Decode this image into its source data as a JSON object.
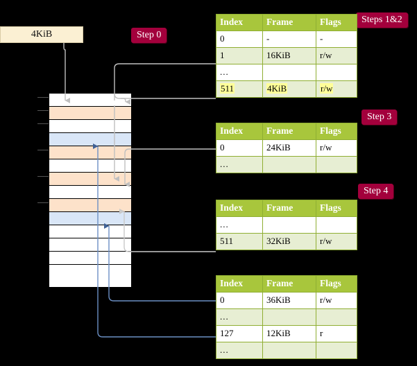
{
  "page": {
    "title": "Multi-level page table translation diagram",
    "background": "#000000"
  },
  "labels": {
    "step0": "Step 0",
    "steps12": "Steps 1&2",
    "step3": "Step 3",
    "step4": "Step 4"
  },
  "source_box": {
    "label": "4KiB"
  },
  "colors": {
    "chip_bg": "#a3003c",
    "chip_text": "#ffffff",
    "table_header_bg": "#a8c63c",
    "table_header_text": "#ffffff",
    "table_border": "#8fae32",
    "row_alt_bg": "#e7eed3",
    "row_plain_bg": "#ffffff",
    "highlight": "#ffff99",
    "source_box_bg": "#fbf0d3",
    "mem_orange": "#fde2ca",
    "mem_blue": "#d9e6f7",
    "wire_grey": "#b3b3b3",
    "wire_blue": "#6b8fc4"
  },
  "tables": {
    "columns": [
      "Index",
      "Frame",
      "Flags"
    ],
    "level1": {
      "name": "steps-1-2-table",
      "rows": [
        {
          "index": "0",
          "frame": "-",
          "flags": "-",
          "style": "plain",
          "highlight": false
        },
        {
          "index": "1",
          "frame": "16KiB",
          "flags": "r/w",
          "style": "alt",
          "highlight": false
        },
        {
          "index": "...",
          "frame": "",
          "flags": "",
          "style": "plain",
          "highlight": false
        },
        {
          "index": "511",
          "frame": "4KiB",
          "flags": "r/w",
          "style": "alt",
          "highlight": true
        }
      ]
    },
    "level2": {
      "name": "step-3-table",
      "rows": [
        {
          "index": "0",
          "frame": "24KiB",
          "flags": "r/w",
          "style": "plain",
          "highlight": false
        },
        {
          "index": "...",
          "frame": "",
          "flags": "",
          "style": "alt",
          "highlight": false
        }
      ]
    },
    "level3": {
      "name": "step-4-upper-table",
      "rows": [
        {
          "index": "...",
          "frame": "",
          "flags": "",
          "style": "plain",
          "highlight": false
        },
        {
          "index": "511",
          "frame": "32KiB",
          "flags": "r/w",
          "style": "alt",
          "highlight": false
        }
      ]
    },
    "level4": {
      "name": "step-4-lower-table",
      "rows": [
        {
          "index": "0",
          "frame": "36KiB",
          "flags": "r/w",
          "style": "plain",
          "highlight": false
        },
        {
          "index": "...",
          "frame": "",
          "flags": "",
          "style": "alt",
          "highlight": false
        },
        {
          "index": "127",
          "frame": "12KiB",
          "flags": "r",
          "style": "plain",
          "highlight": false
        },
        {
          "index": "...",
          "frame": "",
          "flags": "",
          "style": "alt",
          "highlight": false
        }
      ]
    }
  },
  "memory_column": {
    "name": "physical-memory-frames",
    "rows": [
      {
        "fill": "white"
      },
      {
        "fill": "orange"
      },
      {
        "fill": "white"
      },
      {
        "fill": "blue"
      },
      {
        "fill": "orange"
      },
      {
        "fill": "white"
      },
      {
        "fill": "orange"
      },
      {
        "fill": "white"
      },
      {
        "fill": "orange"
      },
      {
        "fill": "blue"
      },
      {
        "fill": "white"
      },
      {
        "fill": "white"
      },
      {
        "fill": "white"
      },
      {
        "fill": "white"
      }
    ]
  }
}
